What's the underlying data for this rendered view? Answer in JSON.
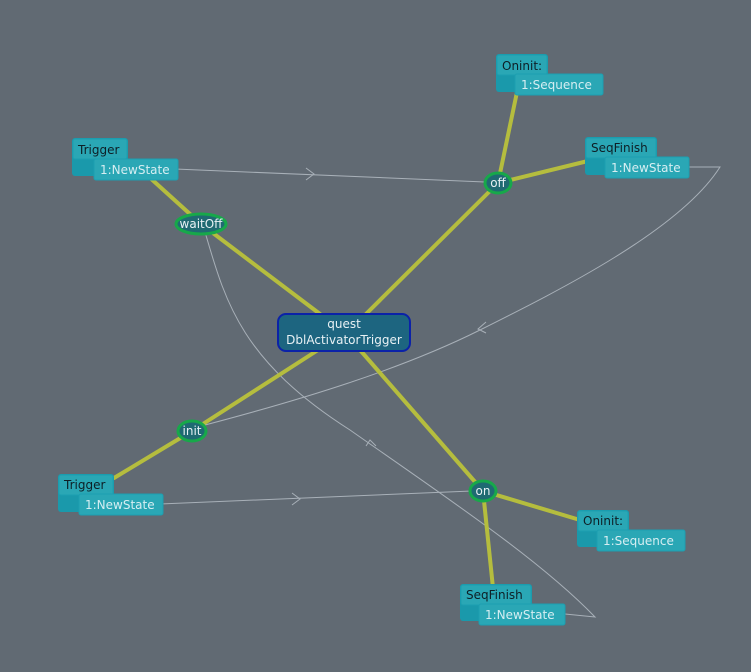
{
  "diagram": {
    "main_node": {
      "line1": "quest",
      "line2": "DblActivatorTrigger"
    },
    "states": {
      "waitOff": "waitOff",
      "off": "off",
      "init": "init",
      "on": "on"
    },
    "events": {
      "trigger_top": {
        "name": "Trigger",
        "action": "1:NewState"
      },
      "oninit_top": {
        "name": "Oninit:",
        "action": "1:Sequence"
      },
      "seqfinish_top": {
        "name": "SeqFinish",
        "action": "1:NewState"
      },
      "trigger_bottom": {
        "name": "Trigger",
        "action": "1:NewState"
      },
      "oninit_bottom": {
        "name": "Oninit:",
        "action": "1:Sequence"
      },
      "seqfinish_bottom": {
        "name": "SeqFinish",
        "action": "1:NewState"
      }
    },
    "colors": {
      "background": "#616a73",
      "edge": "#b5bd3e",
      "state_fill": "#1f6a72",
      "state_border": "#17a84a",
      "main_fill": "#1d6580",
      "main_border": "#0b22a8",
      "event_fill": "#2aa7b5"
    }
  }
}
